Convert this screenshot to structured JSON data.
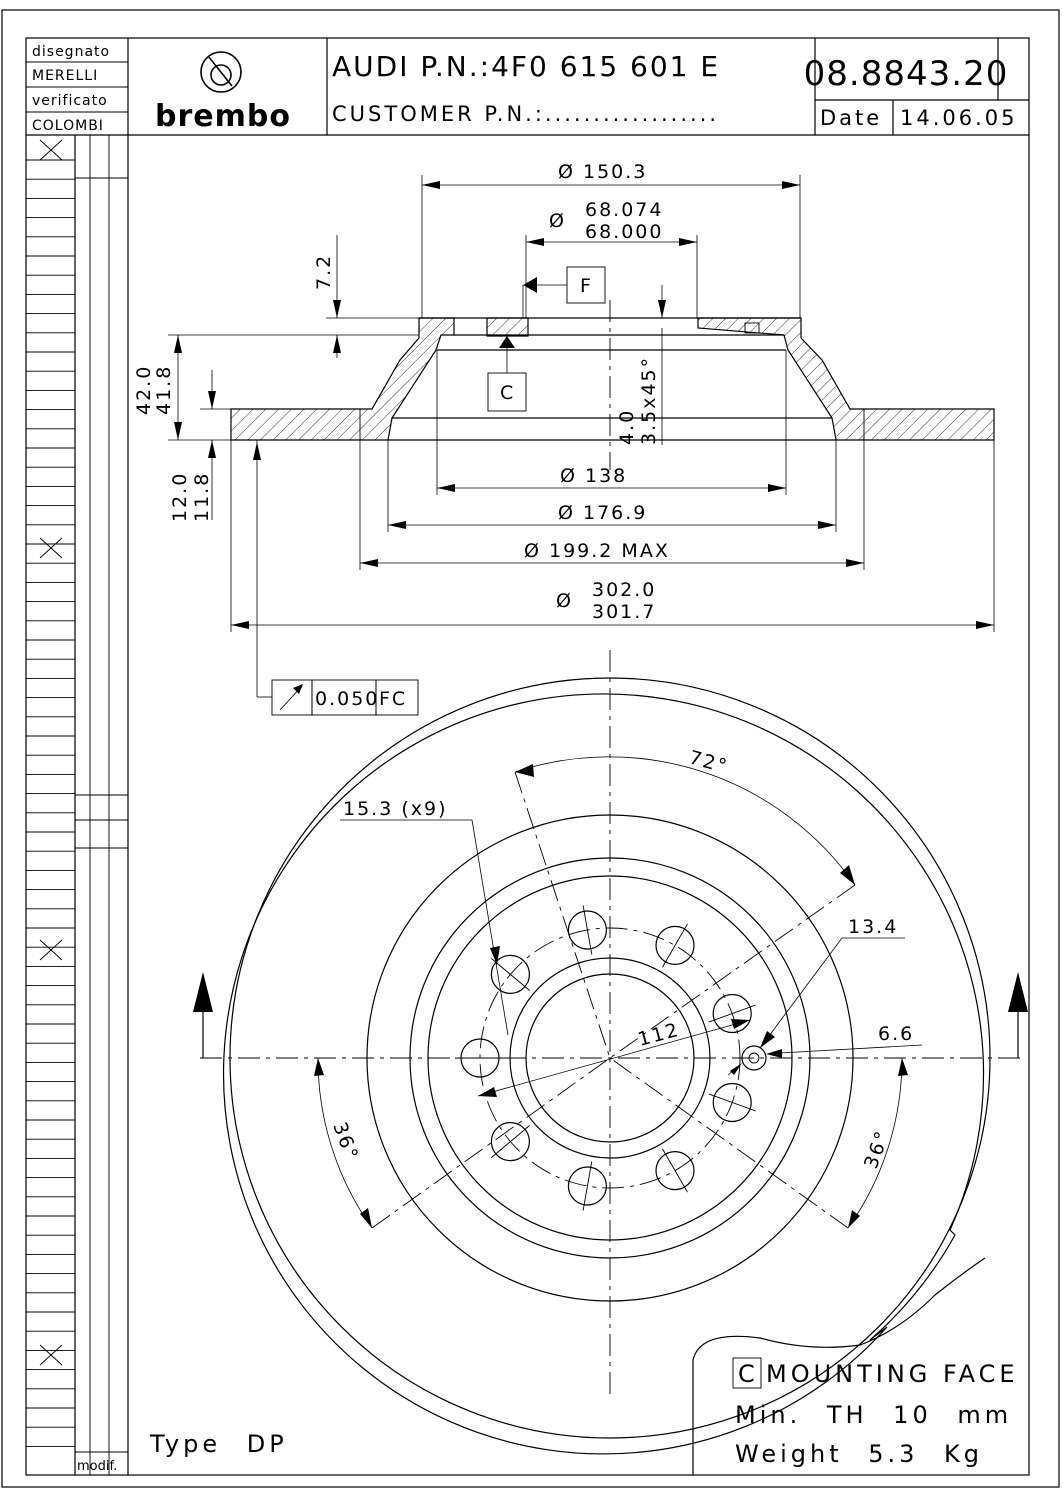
{
  "title_block": {
    "drawn_label": "disegnato",
    "drawn_by": "MERELLI",
    "checked_label": "verificato",
    "checked_by": "COLOMBI",
    "brand": "brembo",
    "part_line": "AUDI P.N.:4F0 615 601 E",
    "customer_line": "CUSTOMER P.N.:..................",
    "drawing_number": "08.8843.20",
    "date_label": "Date",
    "date_value": "14.06.05",
    "modif_label": "modif."
  },
  "section_view": {
    "dia_top": "Ø 150.3",
    "dia_bore_max": "68.074",
    "dia_bore_min": "68.000",
    "dia_symbol": "Ø",
    "datum_f": "F",
    "datum_c": "C",
    "dim_7_2": "7.2",
    "height_1": "42.0",
    "height_2": "41.8",
    "thick_1": "12.0",
    "thick_2": "11.8",
    "chamfer_1": "4.0",
    "chamfer_2": "3.5x45°",
    "dia_138": "Ø 138",
    "dia_176_9": "Ø 176.9",
    "dia_199_2": "Ø 199.2 MAX",
    "dia_302_max": "302.0",
    "dia_302_min": "301.7",
    "runout_value": "0.050",
    "runout_datum": "FC"
  },
  "plan_view": {
    "angle_72": "72°",
    "hole_note": "15.3 (x9)",
    "hole_small": "13.4",
    "pcd": "112",
    "pin_dia": "6.6",
    "angle_36_left": "36°",
    "angle_36_right": "36°"
  },
  "notes": {
    "type": "Type DP",
    "datum_box": "C",
    "mounting_face": "MOUNTING FACE",
    "min_th": "Min. TH 10 mm",
    "weight": "Weight 5.3 Kg"
  }
}
